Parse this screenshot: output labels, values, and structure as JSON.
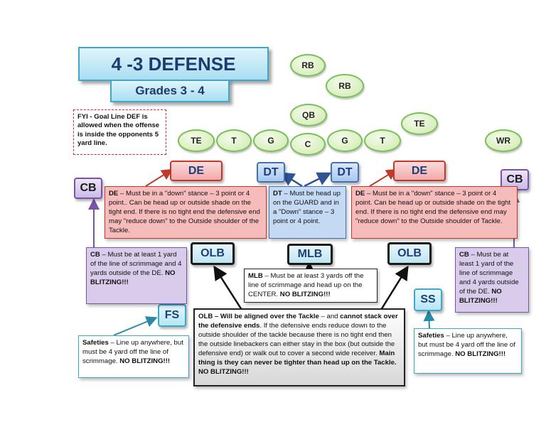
{
  "title": "4 -3 DEFENSE",
  "subtitle": "Grades 3 - 4",
  "fyi": "FYI - Goal Line DEF is allowed when the offense is inside the opponents 5 yard line.",
  "offense": {
    "rb1": "RB",
    "rb2": "RB",
    "qb": "QB",
    "te_right": "TE",
    "wr": "WR",
    "line": [
      "TE",
      "T",
      "G",
      "C",
      "G",
      "T"
    ]
  },
  "defense": {
    "de_left": "DE",
    "dt_left": "DT",
    "dt_right": "DT",
    "de_right": "DE",
    "cb_left": "CB",
    "cb_right": "CB",
    "olb_left": "OLB",
    "mlb": "MLB",
    "olb_right": "OLB",
    "fs": "FS",
    "ss": "SS"
  },
  "notes": {
    "de_left": {
      "lead": "DE",
      "text": " – Must be in a \"down\" stance  – 3  point or 4 point..  Can be head up or outside shade on the tight end.  If there is no tight end the defensive end may \"reduce down\" to the Outside shoulder of the Tackle."
    },
    "dt": {
      "lead": "DT",
      "text": " – Must be head up on the GUARD and in a \"Down\" stance – 3  point or 4 point."
    },
    "de_right": {
      "lead": "DE",
      "text": " – Must be in a \"down\" stance  – 3  point or 4 point.  Can be head up or outside shade on the tight end.  If there is no tight end the defensive end may \"reduce down\" to the Outside shoulder of Tackle."
    },
    "cb_left": {
      "lead": "CB",
      "text": " – Must be at least 1 yard of the line of scrimmage and 4 yards outside of the DE.  ",
      "bold_end": "NO BLITZING!!!"
    },
    "mlb": {
      "lead": "MLB",
      "text": " – Must be at least 3 yards off the line of scrimmage and head up on the CENTER.  ",
      "bold_end": "NO BLITZING!!!"
    },
    "cb_right": {
      "lead": "CB",
      "text": " – Must be at least 1 yard of the line of scrimmage and 4 yards outside of the DE.  ",
      "bold_end": "NO BLITZING!!!"
    },
    "safeties_left": {
      "lead": "Safeties",
      "text": " – Line up anywhere, but must be 4 yard off the line of scrimmage.  ",
      "bold_end": "NO BLITZING!!!"
    },
    "safeties_right": {
      "lead": "Safeties",
      "text": " – Line up anywhere, but must be 4 yard off the line of scrimmage.  ",
      "bold_end": "NO BLITZING!!!"
    },
    "olb": {
      "lead": "OLB",
      "bold1": " – Will be aligned over the Tackle",
      "text1": " – and ",
      "bold2": "cannot stack over the defensive ends",
      "text2": ".  If the defensive ends reduce down to the outside shoulder of the tackle because there is no tight end then the outside linebackers can either stay in the box (but outside the defensive end) or walk out to cover a second wide receiver.   ",
      "bold3": "Main thing is they can never be tighter than head up on the Tackle.  NO BLITZING!!!"
    }
  },
  "colors": {
    "title_bg": "#bfe9f7",
    "arrow_red": "#c0392b",
    "arrow_blue": "#2f5597",
    "arrow_purple": "#7a53a6",
    "arrow_teal": "#2a8aa6",
    "arrow_black": "#111111"
  }
}
